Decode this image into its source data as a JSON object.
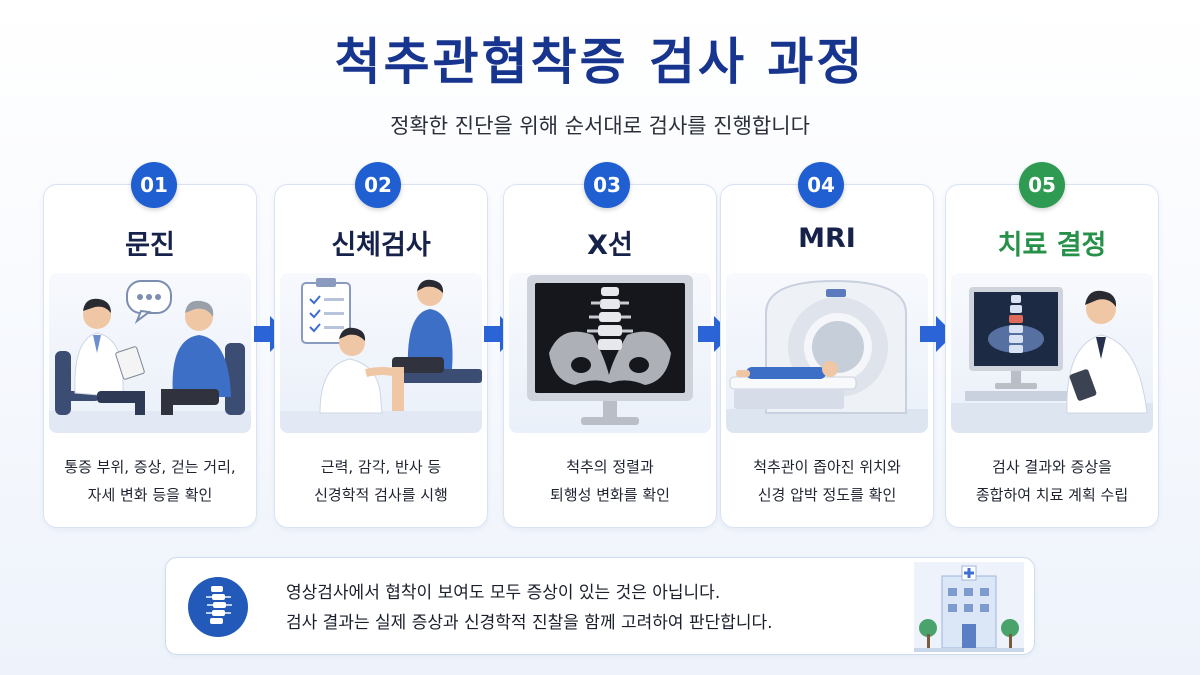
{
  "header": {
    "title": "척추관협착증 검사 과정",
    "subtitle": "정확한 진단을 위해 순서대로 검사를 진행합니다"
  },
  "steps": [
    {
      "number": "01",
      "title": "문진",
      "desc_line1": "통증 부위, 증상, 걷는 거리,",
      "desc_line2": "자세 변화 등을 확인",
      "icon": "doctor-patient-consultation-icon"
    },
    {
      "number": "02",
      "title": "신체검사",
      "desc_line1": "근력, 감각, 반사 등",
      "desc_line2": "신경학적 검사를 시행",
      "icon": "physical-exam-icon"
    },
    {
      "number": "03",
      "title": "X선",
      "desc_line1": "척추의 정렬과",
      "desc_line2": "퇴행성 변화를 확인",
      "icon": "xray-monitor-icon"
    },
    {
      "number": "04",
      "title": "MRI",
      "desc_line1": "척추관이 좁아진 위치와",
      "desc_line2": "신경 압박 정도를 확인",
      "icon": "mri-scanner-icon"
    },
    {
      "number": "05",
      "title": "치료 결정",
      "desc_line1": "검사 결과와 증상을",
      "desc_line2": "종합하여 치료 계획 수립",
      "icon": "doctor-review-monitor-icon"
    }
  ],
  "note": {
    "line1": "영상검사에서 협착이 보여도 모두 증상이 있는 것은 아닙니다.",
    "line2": "검사 결과는 실제 증상과 신경학적 진찰을 함께 고려하여 판단합니다.",
    "icon": "spine-icon",
    "illustration": "hospital-icon"
  },
  "colors": {
    "title": "#17358f",
    "badge_blue": "#1f5fd1",
    "badge_green": "#2f9a51",
    "arrow": "#2a64d6",
    "final_step": "#27914a"
  }
}
